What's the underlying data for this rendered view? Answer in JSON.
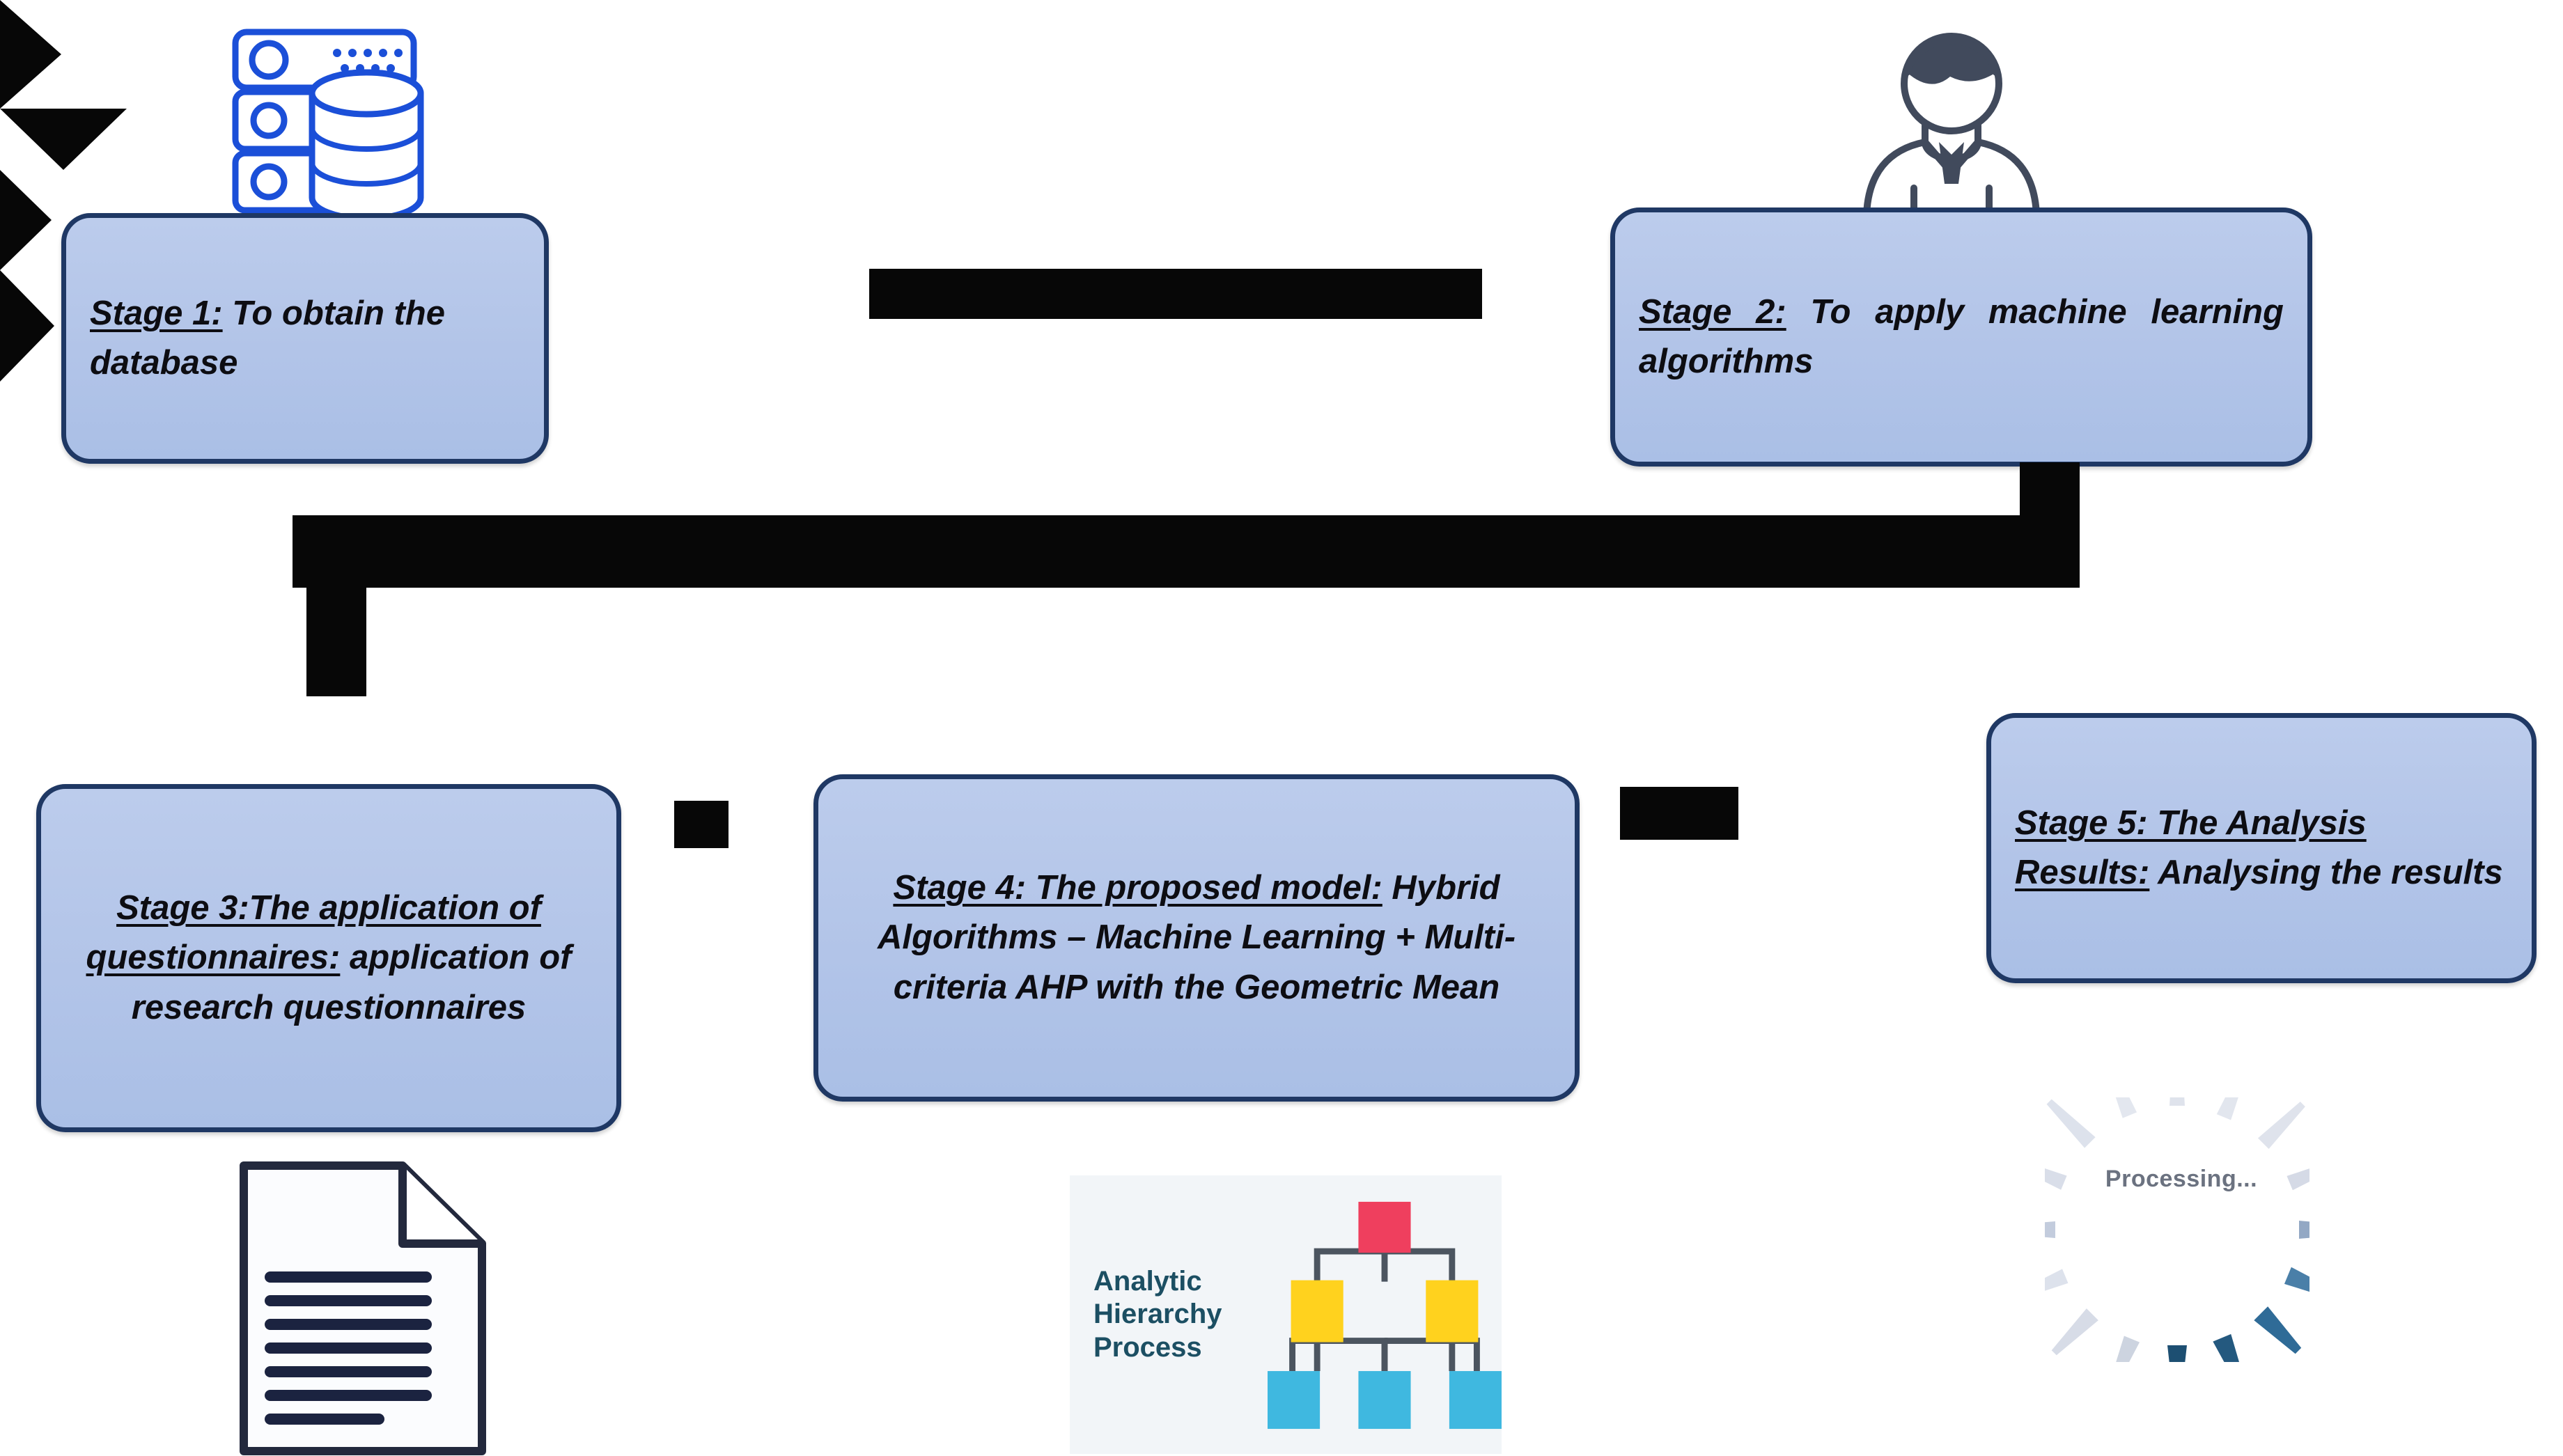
{
  "diagram": {
    "title": "Research methodology stages flowchart",
    "colors": {
      "box_fill": "#b2c4e8",
      "box_border": "#1f3864",
      "arrow": "#070707",
      "ahp_root": "#ef3f5e",
      "ahp_mid": "#ffd21e",
      "ahp_leaf": "#3fb8e0",
      "ahp_text": "#1c4f63",
      "spinner_dark": "#2a5f86",
      "spinner_light": "#dfe3ec"
    },
    "stages": [
      {
        "id": "stage-1",
        "label": "Stage 1:",
        "body": " To obtain the database"
      },
      {
        "id": "stage-2",
        "label": "Stage  2:",
        "body": " To apply  machine learning algorithms"
      },
      {
        "id": "stage-3",
        "label": "Stage 3:The application of questionnaires:",
        "body": " application of research questionnaires"
      },
      {
        "id": "stage-4",
        "label": "Stage 4: The proposed model:",
        "body": " Hybrid Algorithms – Machine Learning + Multi-criteria AHP with the Geometric Mean"
      },
      {
        "id": "stage-5",
        "label": "Stage 5: The Analysis Results:",
        "body": " Analysing the results"
      }
    ],
    "icons": {
      "database": "database-server-icon",
      "person": "person-analyst-icon",
      "document": "document-questionnaire-icon",
      "ahp": "analytic-hierarchy-process-icon",
      "spinner": "processing-spinner-icon"
    },
    "ahp_icon": {
      "line1": "Analytic",
      "line2": "Hierarchy",
      "line3": "Process"
    },
    "spinner": {
      "text": "Processing..."
    },
    "arrows": [
      {
        "id": "arrow-stage1-to-stage2",
        "direction": "right"
      },
      {
        "id": "arrow-stage2-to-stage3",
        "direction": "elbow-down-left"
      },
      {
        "id": "arrow-stage3-to-stage4",
        "direction": "right"
      },
      {
        "id": "arrow-stage4-to-stage5",
        "direction": "right"
      }
    ]
  }
}
